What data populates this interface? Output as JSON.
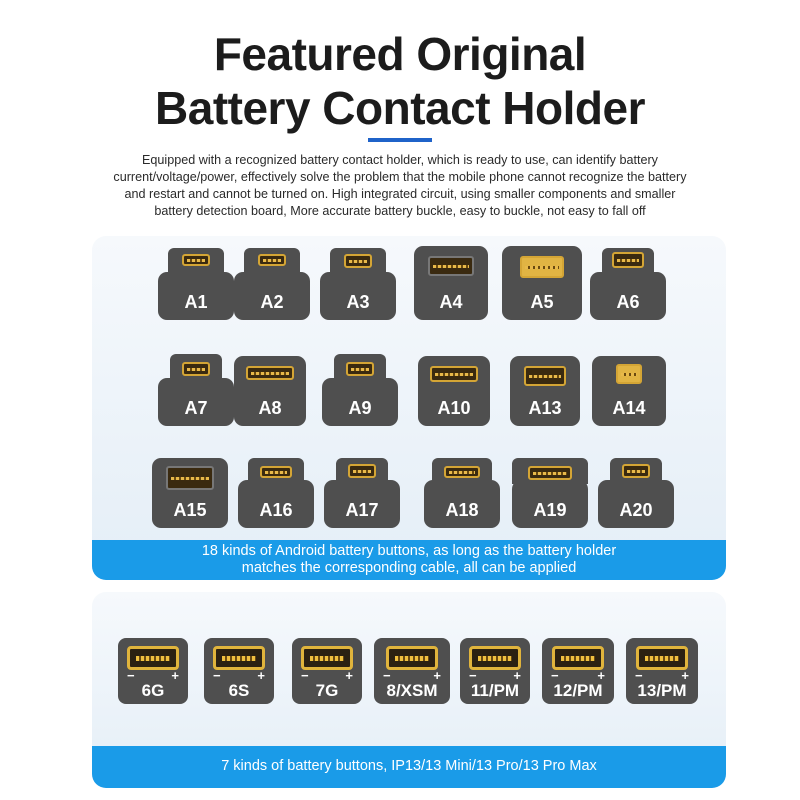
{
  "header": {
    "title_line1": "Featured Original",
    "title_line2": "Battery Contact Holder",
    "accent_color": "#1f63c9"
  },
  "description": {
    "line1": "Equipped with a recognized battery contact holder, which is ready to use, can identify battery",
    "line2": "current/voltage/power, effectively solve the problem that the mobile phone cannot recognize the battery",
    "line3": "and restart and cannot be turned on. High integrated circuit, using smaller components and smaller",
    "line4": "battery detection board, More accurate battery buckle, easy to buckle, not easy to fall off"
  },
  "android": {
    "rows": [
      [
        "A1",
        "A2",
        "A3",
        "A4",
        "A5",
        "A6"
      ],
      [
        "A7",
        "A8",
        "A9",
        "A10",
        "A13",
        "A14"
      ],
      [
        "A15",
        "A16",
        "A17",
        "A18",
        "A19",
        "A20"
      ]
    ],
    "caption_line1": "18 kinds of Android battery buttons, as long as the battery holder",
    "caption_line2": "matches the corresponding cable, all can be applied",
    "banner_color": "#1a9be8"
  },
  "iphone": {
    "items": [
      "6G",
      "6S",
      "7G",
      "8/XSM",
      "11/PM",
      "12/PM",
      "13/PM"
    ],
    "minus": "−",
    "plus": "+",
    "caption": "7 kinds of battery buttons, IP13/13 Mini/13 Pro/13 Pro Max",
    "banner_color": "#1a9be8"
  },
  "colors": {
    "chip": "#4f4f4f",
    "connector_gold": "#d4a535",
    "panel_bg": "#e9f1f8"
  }
}
